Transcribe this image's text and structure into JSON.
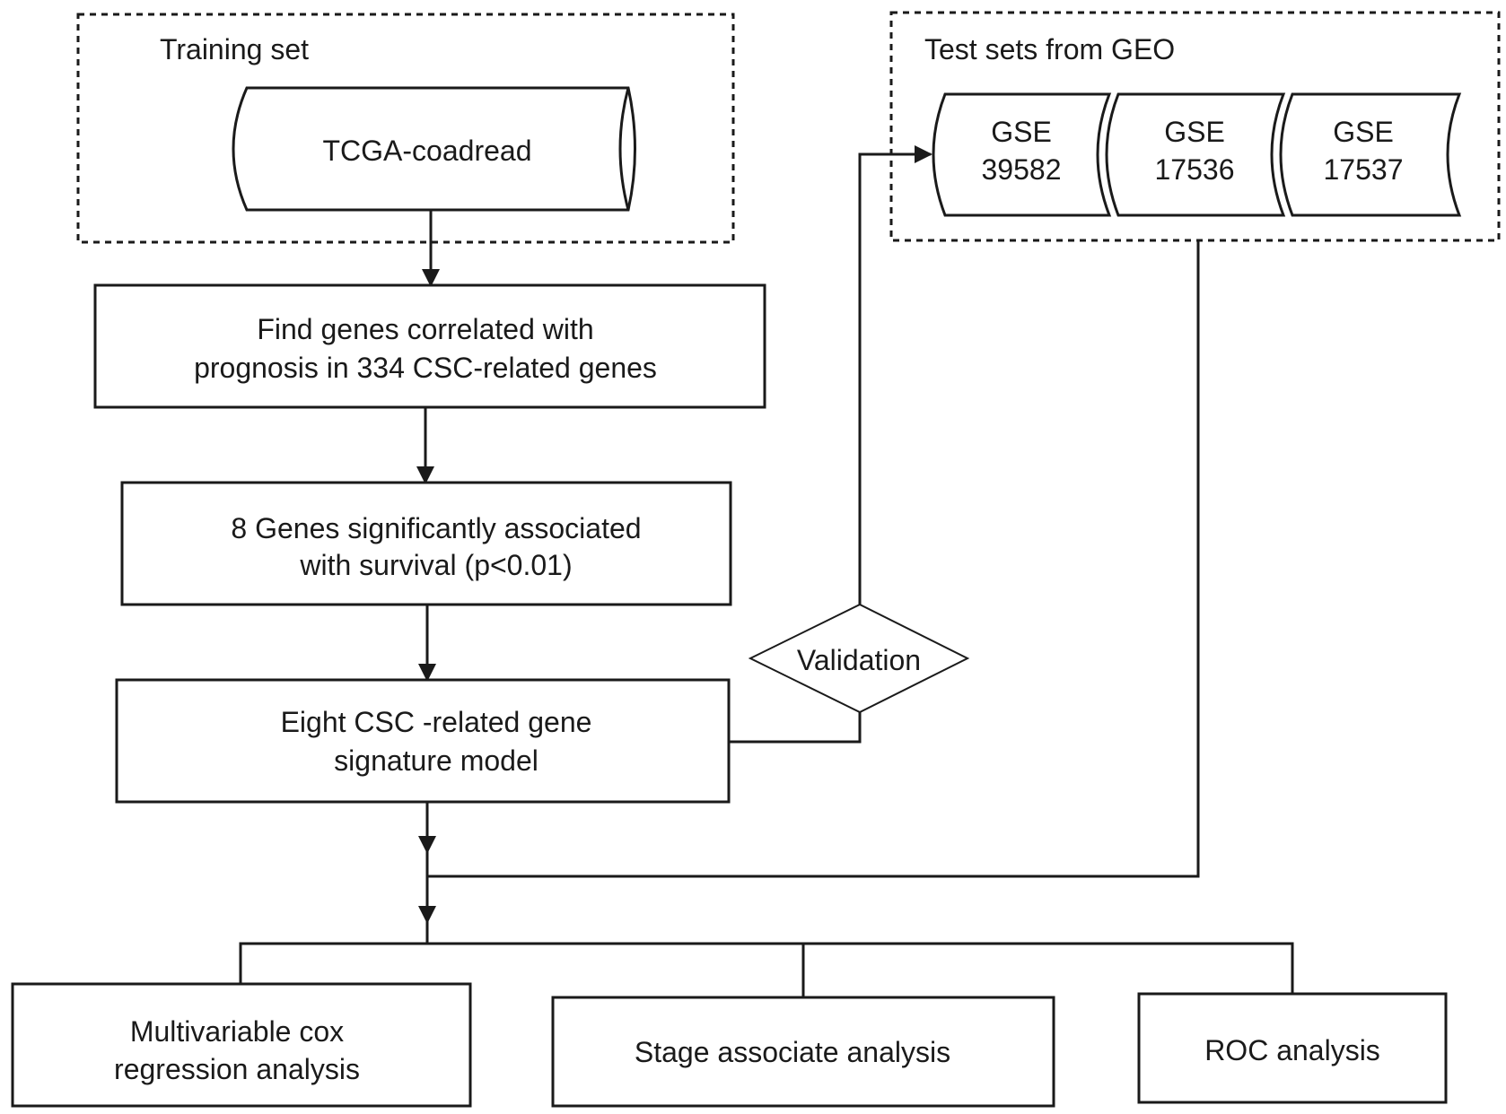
{
  "training_group": {
    "label": "Training set"
  },
  "tcga": {
    "label": "TCGA-coadread"
  },
  "find_genes": {
    "line1": "Find genes correlated with",
    "line2": "prognosis in 334 CSC-related genes"
  },
  "eight_genes": {
    "line1": "8 Genes significantly associated",
    "line2": "with survival (p<0.01)"
  },
  "signature_model": {
    "line1": "Eight CSC -related gene",
    "line2": "signature model"
  },
  "validation": {
    "label": "Validation"
  },
  "test_group": {
    "label": "Test sets from GEO"
  },
  "geo_sets": [
    {
      "line1": "GSE",
      "line2": "39582"
    },
    {
      "line1": "GSE",
      "line2": "17536"
    },
    {
      "line1": "GSE",
      "line2": "17537"
    }
  ],
  "analyses": {
    "multivariable": {
      "line1": "Multivariable cox",
      "line2": "regression analysis"
    },
    "stage": {
      "label": "Stage associate analysis"
    },
    "roc": {
      "label": "ROC analysis"
    }
  }
}
